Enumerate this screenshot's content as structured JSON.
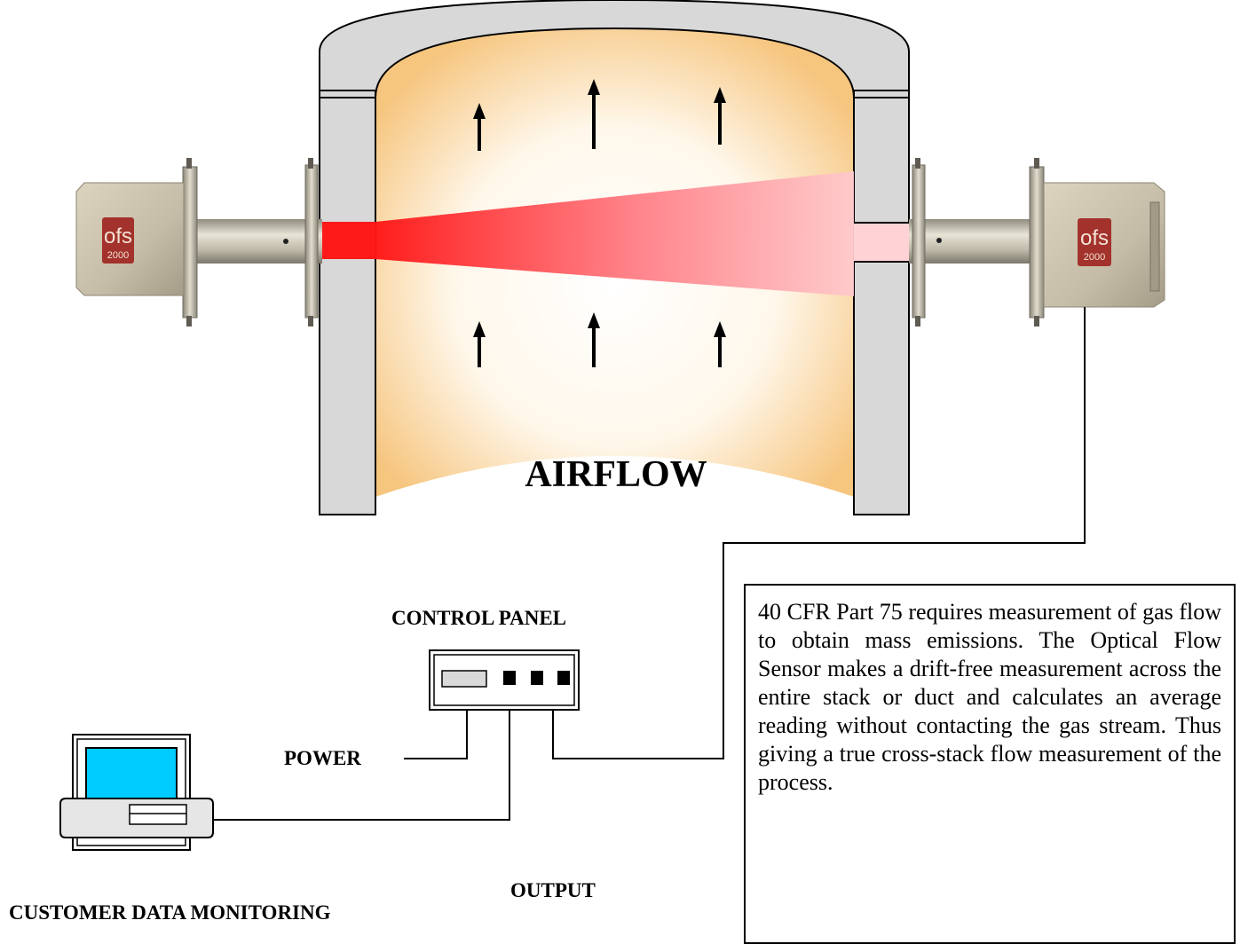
{
  "labels": {
    "airflow": "AIRFLOW",
    "control_panel": "CONTROL PANEL",
    "power": "POWER",
    "output": "OUTPUT",
    "customer_data_monitoring": "CUSTOMER DATA MONITORING"
  },
  "sensor_logo": {
    "brand": "ofs",
    "model": "2000"
  },
  "description": "40 CFR Part 75 requires measurement of gas flow to obtain mass emissions. The Optical Flow Sensor makes a drift-free measurement across the entire stack or duct and calculates an average reading without contacting the gas stream. Thus giving a true cross-stack flow measurement of the process.",
  "colors": {
    "stack_fill": "#fbd9a4",
    "beam": "#ff1a1a",
    "monitor_screen": "#00ccff",
    "sensor_body": "#c9c0ac",
    "logo_red": "#a2322b"
  }
}
